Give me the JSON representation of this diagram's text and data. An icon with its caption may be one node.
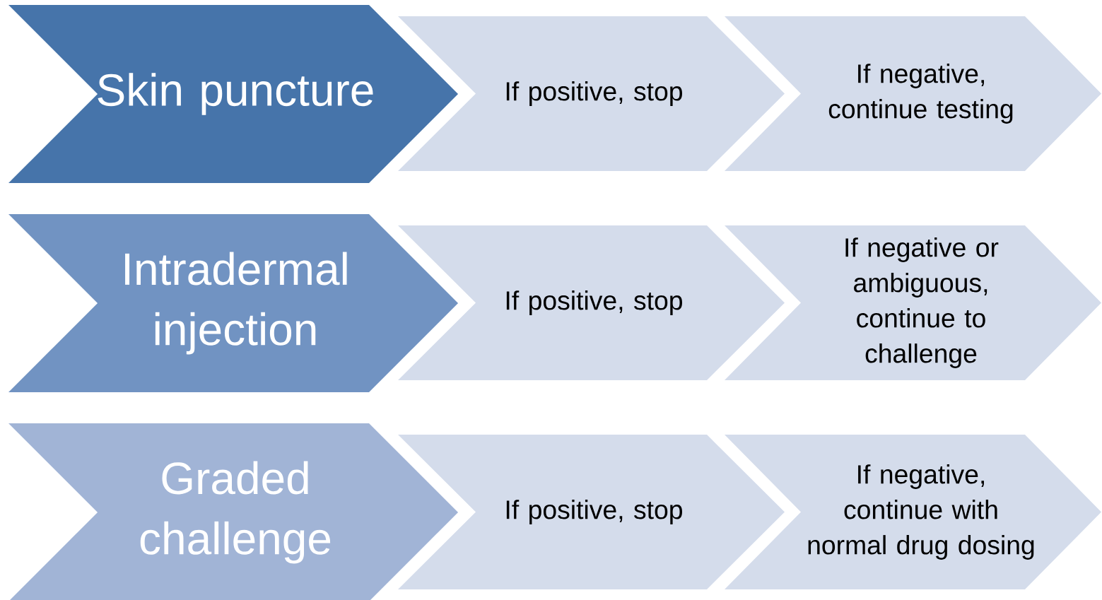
{
  "diagram": {
    "nodes": [
      {
        "text": [
          "Skin puncture"
        ]
      },
      {
        "text": [
          "If positive, stop"
        ]
      },
      {
        "text": [
          "If negative, continue testing"
        ]
      },
      {
        "text": [
          "Intradermal injection"
        ]
      },
      {
        "text": [
          "If positive, stop"
        ]
      },
      {
        "text": [
          "If negative or ambiguous, continue to challenge"
        ]
      },
      {
        "text": [
          "Graded challenge"
        ]
      },
      {
        "text": [
          "If positive, stop"
        ]
      },
      {
        "text": [
          "If negative, continue with normal drug dosing"
        ]
      }
    ]
  }
}
